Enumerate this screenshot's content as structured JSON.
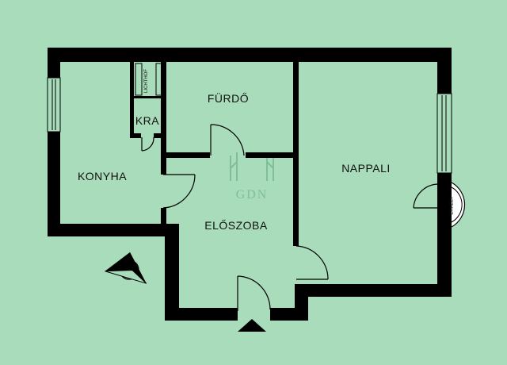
{
  "rooms": {
    "konyha": "KONYHA",
    "kra": "KRA",
    "furdo": "FÜRDŐ",
    "nappali": "NAPPALI",
    "eloszoba": "ELŐSZOBA"
  },
  "labels": {
    "lichthof": "LICHTHOF",
    "erkely": "ERKÉLY"
  },
  "watermark": "GDN",
  "colors": {
    "background": "#a9dcbb",
    "wall": "#000000"
  }
}
